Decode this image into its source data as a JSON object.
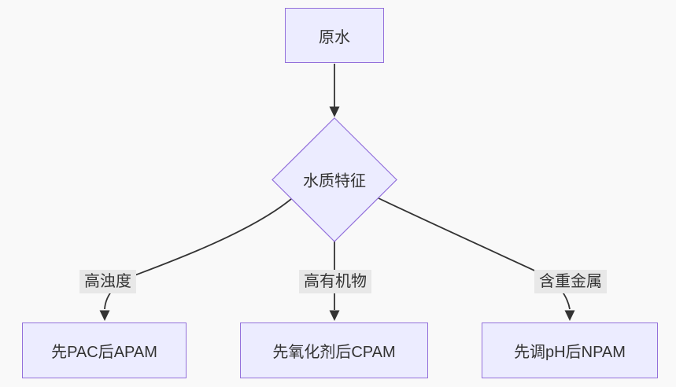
{
  "diagram": {
    "type": "flowchart",
    "direction": "top-down",
    "colors": {
      "background": "#f9f9f9",
      "node_fill": "#ECECFF",
      "node_border": "#9370DB",
      "edge_color": "#333333",
      "label_bg": "#e8e8e8",
      "text_color": "#333333"
    },
    "nodes": [
      {
        "id": "raw_water",
        "label": "原水",
        "shape": "rect"
      },
      {
        "id": "decision",
        "label": "水质特征",
        "shape": "diamond"
      },
      {
        "id": "outcome_pac",
        "label": "先PAC后APAM",
        "shape": "rect"
      },
      {
        "id": "outcome_oxidant",
        "label": "先氧化剂后CPAM",
        "shape": "rect"
      },
      {
        "id": "outcome_ph",
        "label": "先调pH后NPAM",
        "shape": "rect"
      }
    ],
    "edges": [
      {
        "from": "raw_water",
        "to": "decision",
        "label": ""
      },
      {
        "from": "decision",
        "to": "outcome_pac",
        "label": "高浊度"
      },
      {
        "from": "decision",
        "to": "outcome_oxidant",
        "label": "高有机物"
      },
      {
        "from": "decision",
        "to": "outcome_ph",
        "label": "含重金属"
      }
    ]
  }
}
